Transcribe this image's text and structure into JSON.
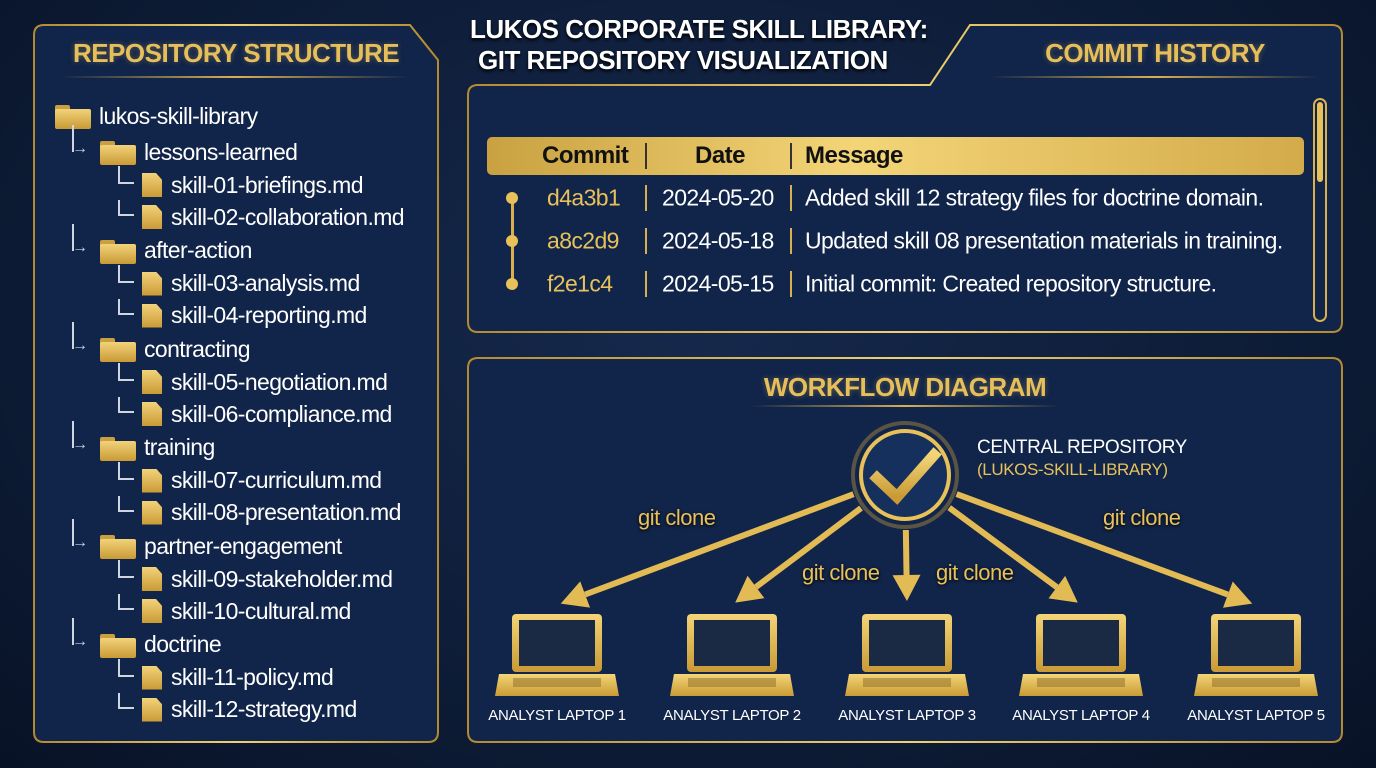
{
  "title": {
    "line1": "LUKOS CORPORATE SKILL LIBRARY:",
    "line2": "GIT REPOSITORY VISUALIZATION"
  },
  "repo": {
    "heading": "REPOSITORY STRUCTURE",
    "root": "lukos-skill-library",
    "folders": [
      {
        "name": "lessons-learned",
        "files": [
          "skill-01-briefings.md",
          "skill-02-collaboration.md"
        ]
      },
      {
        "name": "after-action",
        "files": [
          "skill-03-analysis.md",
          "skill-04-reporting.md"
        ]
      },
      {
        "name": "contracting",
        "files": [
          "skill-05-negotiation.md",
          "skill-06-compliance.md"
        ]
      },
      {
        "name": "training",
        "files": [
          "skill-07-curriculum.md",
          "skill-08-presentation.md"
        ]
      },
      {
        "name": "partner-engagement",
        "files": [
          "skill-09-stakeholder.md",
          "skill-10-cultural.md"
        ]
      },
      {
        "name": "doctrine",
        "files": [
          "skill-11-policy.md",
          "skill-12-strategy.md"
        ]
      }
    ]
  },
  "commits": {
    "heading": "COMMIT HISTORY",
    "columns": [
      "Commit",
      "Date",
      "Message"
    ],
    "rows": [
      {
        "hash": "d4a3b1",
        "date": "2024-05-20",
        "message": "Added skill 12 strategy files for doctrine domain."
      },
      {
        "hash": "a8c2d9",
        "date": "2024-05-18",
        "message": "Updated skill 08 presentation materials in training."
      },
      {
        "hash": "f2e1c4",
        "date": "2024-05-15",
        "message": "Initial commit: Created repository structure."
      }
    ]
  },
  "workflow": {
    "heading": "WORKFLOW DIAGRAM",
    "central_label": "CENTRAL REPOSITORY",
    "central_sub": "(LUKOS-SKILL-LIBRARY)",
    "central_icon": "checkmark-icon",
    "clone_labels": [
      "git clone",
      "git clone",
      "git clone",
      "git clone"
    ],
    "laptops": [
      "ANALYST LAPTOP 1",
      "ANALYST LAPTOP 2",
      "ANALYST LAPTOP 3",
      "ANALYST LAPTOP 4",
      "ANALYST LAPTOP 5"
    ]
  },
  "colors": {
    "gold": "#e8c15a",
    "navy": "#0f2244"
  }
}
